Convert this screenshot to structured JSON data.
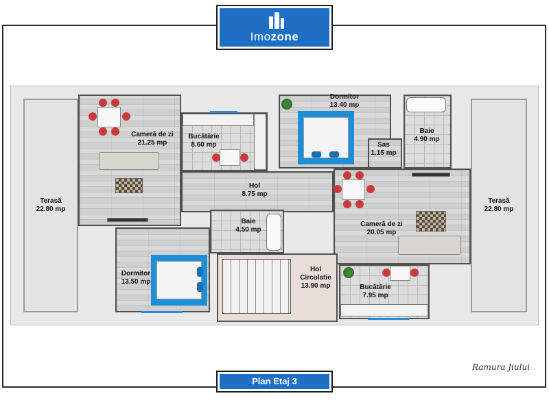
{
  "brand": {
    "prefix": "Imo",
    "suffix": "zone"
  },
  "plan_title": "Plan Etaj 3",
  "signature": "Ramura Jiului",
  "rooms": {
    "terasa_left": {
      "name": "Terasă",
      "area": "22.80 mp"
    },
    "terasa_right": {
      "name": "Terasă",
      "area": "22.80 mp"
    },
    "camera_zi_left": {
      "name": "Cameră de zi",
      "area": "21.25 mp"
    },
    "bucatarie_top": {
      "name": "Bucătărie",
      "area": "8.60 mp"
    },
    "dormitor_top": {
      "name": "Dormitor",
      "area": "13.40 mp"
    },
    "baie_top": {
      "name": "Baie",
      "area": "4.90 mp"
    },
    "sas": {
      "name": "Sas",
      "area": "1.15 mp"
    },
    "hol": {
      "name": "Hol",
      "area": "8.75 mp"
    },
    "baie_center": {
      "name": "Baie",
      "area": "4.50 mp"
    },
    "camera_zi_right": {
      "name": "Cameră de zi",
      "area": "20.05 mp"
    },
    "dormitor_bottom": {
      "name": "Dormitor",
      "area": "13.50 mp"
    },
    "hol_circulatie": {
      "name": "Hol\nCirculatie",
      "line1": "Hol",
      "line2": "Circulatie",
      "area": "13.90 mp"
    },
    "bucatarie_bottom": {
      "name": "Bucătărie",
      "area": "7.95 mp"
    }
  },
  "colors": {
    "accent": "#1f6fc4",
    "bed": "#1d8fd6",
    "chair": "#c93b3b",
    "window": "#2a88d8"
  }
}
